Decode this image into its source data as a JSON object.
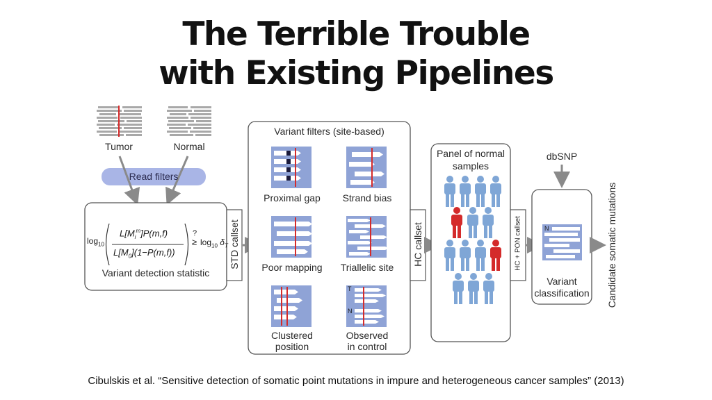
{
  "title": {
    "line1": "The Terrible Trouble",
    "line2": "with Existing Pipelines"
  },
  "inputs": {
    "tumor": "Tumor",
    "normal": "Normal",
    "read_filters": "Read filters"
  },
  "detection": {
    "formula": {
      "log": "log",
      "sub10": "10",
      "num": "L[M",
      "num_sub": "i",
      "num_sup": "m",
      "num_rest": "]P(m,f)",
      "den": "L[M",
      "den_sub": "0",
      "den_rest": "](1−P(m,f))",
      "rel": "≥",
      "q": "?",
      "rhs": "log",
      "rhs_sub": "10",
      "delta": "δ",
      "delta_sub": "T"
    },
    "label": "Variant detection statistic"
  },
  "std_callset": "STD callset",
  "variant_filters": {
    "heading": "Variant filters (site-based)",
    "items": [
      {
        "label": "Proximal gap"
      },
      {
        "label": "Strand bias"
      },
      {
        "label": "Poor mapping"
      },
      {
        "label": "Triallelic site"
      },
      {
        "label_line1": "Clustered",
        "label_line2": "position"
      },
      {
        "label_line1": "Observed",
        "label_line2": "in control",
        "t": "T",
        "n": "N"
      }
    ]
  },
  "hc_callset": "HC callset",
  "panel": {
    "line1": "Panel of normal",
    "line2": "samples"
  },
  "hc_pon_callset": "HC + PON callset",
  "dbsnp": "dbSNP",
  "classification": {
    "n": "N",
    "line1": "Variant",
    "line2": "classification"
  },
  "output": "Candidate somatic mutations",
  "citation": "Cibulskis et al. “Sensitive detection of somatic point mutations in impure and heterogeneous cancer samples” (2013)",
  "colors": {
    "box_fill": "#8fa3d6",
    "bar_fill": "#ffffff",
    "person_blue": "#7fa6d6",
    "person_red": "#d42b2b",
    "arrow": "#888888",
    "pill": "#a9b5e6"
  }
}
